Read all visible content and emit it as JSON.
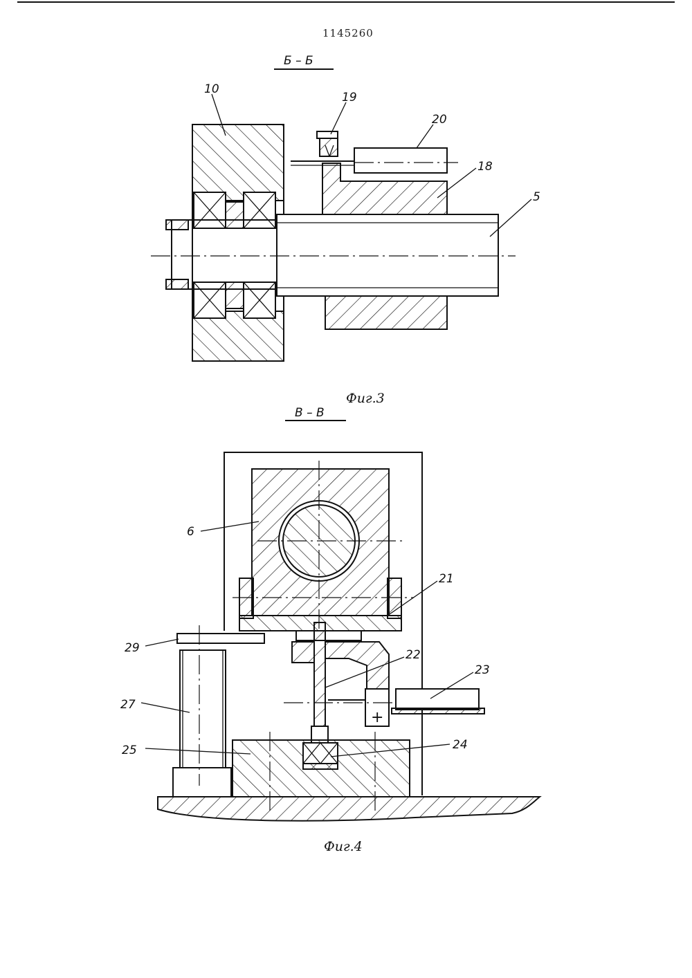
{
  "document": {
    "number": "1145260"
  },
  "figure3": {
    "section_label": "Б – Б",
    "caption": "Фиг.3",
    "labels": {
      "l10": "10",
      "l19": "19",
      "l20": "20",
      "l18": "18",
      "l5": "5"
    }
  },
  "figure4": {
    "section_label": "В – В",
    "caption": "Фиг.4",
    "labels": {
      "l6": "6",
      "l21": "21",
      "l22": "22",
      "l23": "23",
      "l24": "24",
      "l25": "25",
      "l27": "27",
      "l29": "29"
    },
    "plus_sign": "+"
  }
}
